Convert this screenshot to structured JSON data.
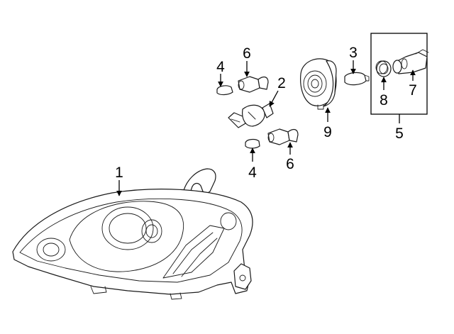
{
  "callouts": {
    "c1": "1",
    "c2": "2",
    "c3": "3",
    "c4a": "4",
    "c4b": "4",
    "c5": "5",
    "c6a": "6",
    "c6b": "6",
    "c7": "7",
    "c8": "8",
    "c9": "9"
  },
  "colors": {
    "line": "#1a1a1a",
    "background": "#ffffff"
  }
}
